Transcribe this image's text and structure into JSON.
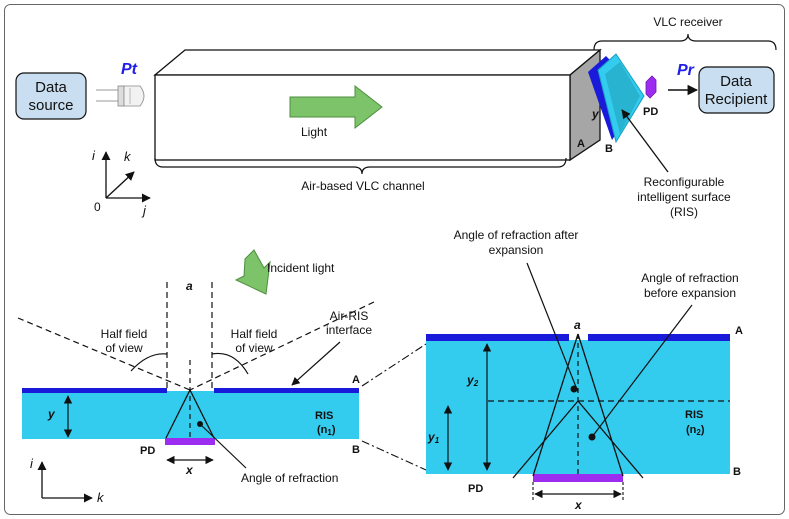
{
  "colors": {
    "ris_fill": "#33ccee",
    "ris_top": "#1a1adb",
    "pd": "#9b2cf0",
    "arrow_green": "#7cc36a",
    "box_fill": "#c9def0",
    "power_blue": "#1e1ee8"
  },
  "top": {
    "data_source": [
      "Data",
      "source"
    ],
    "pt": "Pt",
    "light": "Light",
    "channel_label": "Air-based VLC channel",
    "vlc_receiver": "VLC receiver",
    "pr": "Pr",
    "data_recipient": [
      "Data",
      "Recipient"
    ],
    "pd": "PD",
    "label_a": "A",
    "label_b": "B",
    "label_y": "y",
    "ris_caption": [
      "Reconfigurable",
      "intelligent surface",
      "(RIS)"
    ],
    "axis_i": "i",
    "axis_k": "k",
    "axis_j": "j",
    "axis_origin": "0"
  },
  "left": {
    "incident_light": "Incident light",
    "a": "a",
    "half_fov_left": [
      "Half field",
      "of view"
    ],
    "half_fov_right": [
      "Half field",
      "of view"
    ],
    "air_ris": [
      "Air-RIS",
      "interface"
    ],
    "label_a": "A",
    "label_b": "B",
    "y": "y",
    "ris": "RIS",
    "n_base": "(n",
    "n_sub": "1",
    "n_close": ")",
    "pd": "PD",
    "x": "x",
    "angle_refraction": "Angle of refraction",
    "axis_i": "i",
    "axis_k": "k"
  },
  "right": {
    "after_expansion": [
      "Angle of refraction after",
      "expansion"
    ],
    "before_expansion": [
      "Angle of refraction",
      "before expansion"
    ],
    "a": "a",
    "label_a": "A",
    "label_b": "B",
    "y2_base": "y",
    "y2_sub": "2",
    "y1_base": "y",
    "y1_sub": "1",
    "ris": "RIS",
    "n_base": "(n",
    "n_sub": "2",
    "n_close": ")",
    "pd": "PD",
    "x": "x"
  }
}
